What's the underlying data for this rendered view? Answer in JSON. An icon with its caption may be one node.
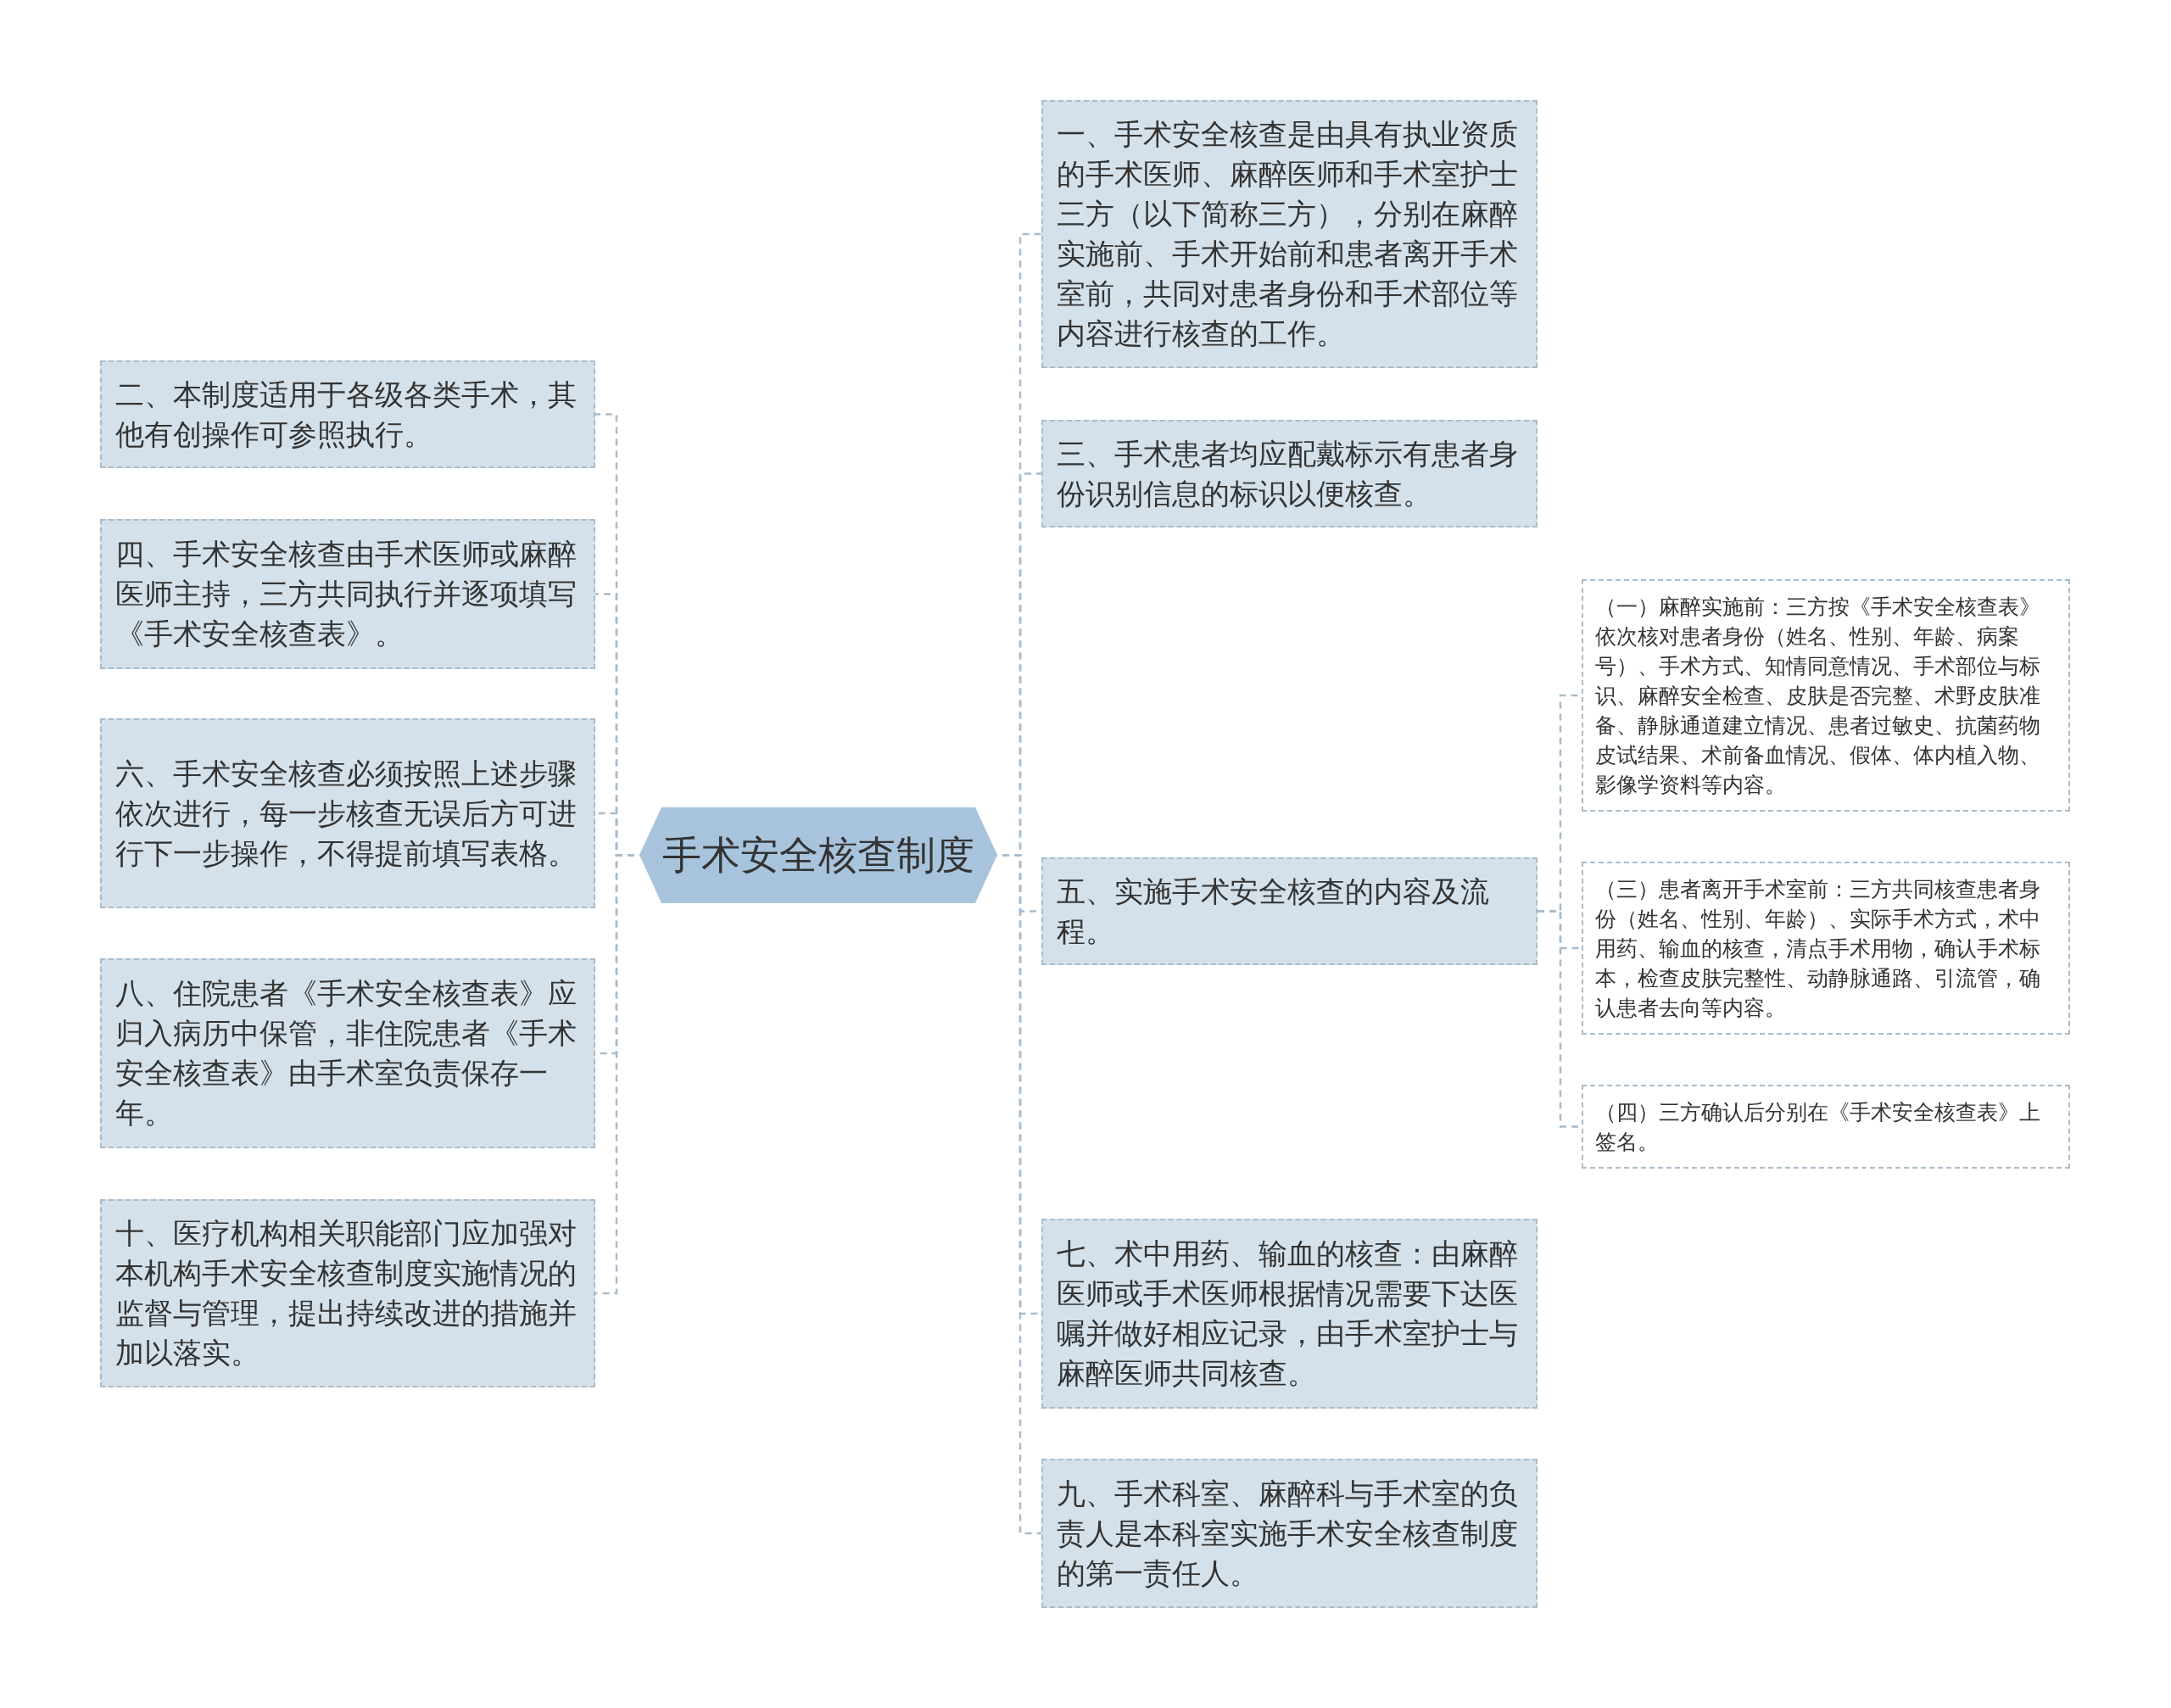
{
  "diagram": {
    "nodes": [
      {
        "text": [
          "手术安全核查制度"
        ]
      },
      {
        "text": [
          "二、本制度适用于各级各类手术，其他有创操作可参照执行。"
        ]
      },
      {
        "text": [
          "四、手术安全核查由手术医师或麻醉医师主持，三方共同执行并逐项填写《手术安全核查表》。"
        ]
      },
      {
        "text": [
          "六、手术安全核查必须按照上述步骤依次进行，每一步核查无误后方可进行下一步操作，不得提前填写表格。"
        ]
      },
      {
        "text": [
          "八、住院患者《手术安全核查表》应归入病历中保管，非住院患者《手术安全核查表》由手术室负责保存一年。"
        ]
      },
      {
        "text": [
          "十、医疗机构相关职能部门应加强对本机构手术安全核查制度实施情况的监督与管理，提出持续改进的措施并加以落实。"
        ]
      },
      {
        "text": [
          "一、手术安全核查是由具有执业资质的手术医师、麻醉医师和手术室护士三方（以下简称三方），分别在麻醉实施前、手术开始前和患者离开手术室前，共同对患者身份和手术部位等内容进行核查的工作。"
        ]
      },
      {
        "text": [
          "三、手术患者均应配戴标示有患者身份识别信息的标识以便核查。"
        ]
      },
      {
        "text": [
          "五、实施手术安全核查的内容及流程。"
        ]
      },
      {
        "text": [
          "七、术中用药、输血的核查：由麻醉医师或手术医师根据情况需要下达医嘱并做好相应记录，由手术室护士与麻醉医师共同核查。"
        ]
      },
      {
        "text": [
          "九、手术科室、麻醉科与手术室的负责人是本科室实施手术安全核查制度的第一责任人。"
        ]
      },
      {
        "text": [
          "（一）麻醉实施前：三方按《手术安全核查表》依次核对患者身份（姓名、性别、年龄、病案号）、手术方式、知情同意情况、手术部位与标识、麻醉安全检查、皮肤是否完整、术野皮肤准备、静脉通道建立情况、患者过敏史、抗菌药物皮试结果、术前备血情况、假体、体内植入物、影像学资料等内容。"
        ]
      },
      {
        "text": [
          "（三）患者离开手术室前：三方共同核查患者身份（姓名、性别、年龄）、实际手术方式，术中用药、输血的核查，清点手术用物，确认手术标本，检查皮肤完整性、动静脉通路、引流管，确认患者去向等内容。"
        ]
      },
      {
        "text": [
          "（四）三方确认后分别在《手术安全核查表》上签名。"
        ]
      }
    ],
    "edges": [
      {
        "from": 0,
        "to": 1,
        "arrow": "none"
      },
      {
        "from": 0,
        "to": 2,
        "arrow": "none"
      },
      {
        "from": 0,
        "to": 3,
        "arrow": "none"
      },
      {
        "from": 0,
        "to": 4,
        "arrow": "none"
      },
      {
        "from": 0,
        "to": 5,
        "arrow": "none"
      },
      {
        "from": 0,
        "to": 6,
        "arrow": "none"
      },
      {
        "from": 0,
        "to": 7,
        "arrow": "none"
      },
      {
        "from": 0,
        "to": 8,
        "arrow": "none"
      },
      {
        "from": 0,
        "to": 9,
        "arrow": "none"
      },
      {
        "from": 0,
        "to": 10,
        "arrow": "none"
      },
      {
        "from": 8,
        "to": 11,
        "arrow": "none"
      },
      {
        "from": 8,
        "to": 12,
        "arrow": "none"
      },
      {
        "from": 8,
        "to": 13,
        "arrow": "none"
      }
    ]
  }
}
